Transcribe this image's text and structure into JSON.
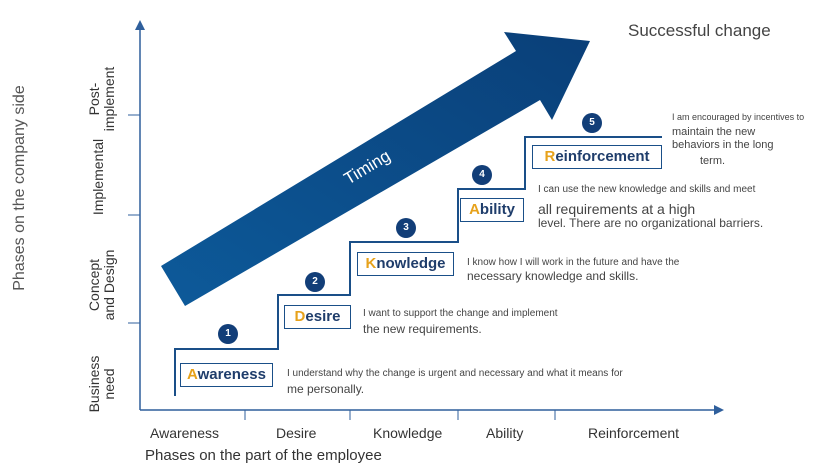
{
  "y_axis": {
    "title": "Phases on the company side",
    "phases": [
      {
        "line1": "Business",
        "line2": "need"
      },
      {
        "line1": "Concept",
        "line2": "and Design"
      },
      {
        "line1": "Implemental",
        "line2": ""
      },
      {
        "line1": "Post-",
        "line2": "implement"
      }
    ]
  },
  "x_axis": {
    "title": "Phases on the part of the employee",
    "labels": [
      "Awareness",
      "Desire",
      "Knowledge",
      "Ability",
      "Reinforcement"
    ]
  },
  "arrow_label": "Timing",
  "outcome": "Successful change",
  "stages": [
    {
      "number": "1",
      "first": "A",
      "rest": "wareness",
      "desc_line1": "I understand why the change is urgent and necessary and what it means for",
      "desc_line2": "me personally."
    },
    {
      "number": "2",
      "first": "D",
      "rest": "esire",
      "desc_line1": "I want to support the change and implement",
      "desc_line2": "the new requirements."
    },
    {
      "number": "3",
      "first": "K",
      "rest": "nowledge",
      "desc_line1": "I know how I will work in the future and have the",
      "desc_line2": "necessary knowledge and skills."
    },
    {
      "number": "4",
      "first": "A",
      "rest": "bility",
      "desc_line1": "I can use the new knowledge and skills and meet",
      "desc_line2": "all requirements at a high",
      "desc_line3": "level. There are no organizational barriers."
    },
    {
      "number": "5",
      "first": "R",
      "rest": "einforcement",
      "desc_line1": "I am encouraged by incentives to",
      "desc_line2": "maintain the new",
      "desc_line3": "behaviors in the long",
      "desc_line4": "term."
    }
  ],
  "colors": {
    "axis": "#2f5f9c",
    "arrow": "#0d4f8c",
    "step_line": "#1a4f88",
    "badge": "#123e78",
    "accent_letter": "#e7a21b"
  }
}
